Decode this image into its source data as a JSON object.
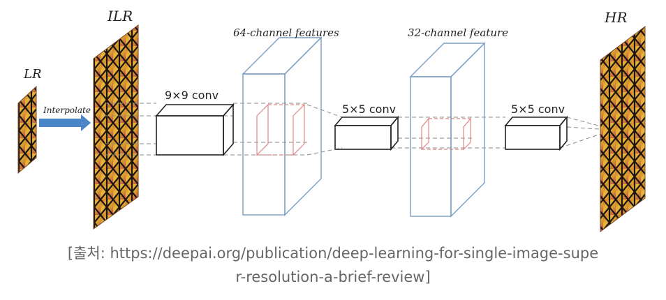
{
  "labels": {
    "lr": "LR",
    "ilr": "ILR",
    "hr": "HR",
    "interpolate": "Interpolate",
    "conv1": "9×9 conv",
    "conv2": "5×5 conv",
    "conv3": "5×5 conv",
    "feat64": "64-channel features",
    "feat32": "32-channel feature"
  },
  "caption": {
    "line1": "[출처: https://deepai.org/publication/deep-learning-for-single-image-supe",
    "line2": "r-resolution-a-brief-review]"
  },
  "colors": {
    "feature_box": "#7a9ec4",
    "kernel_slice": "#e08585",
    "conv_box": "#222222",
    "arrow": "#4a86c8",
    "dashed": "#8a8a8a",
    "caption": "#666666"
  }
}
